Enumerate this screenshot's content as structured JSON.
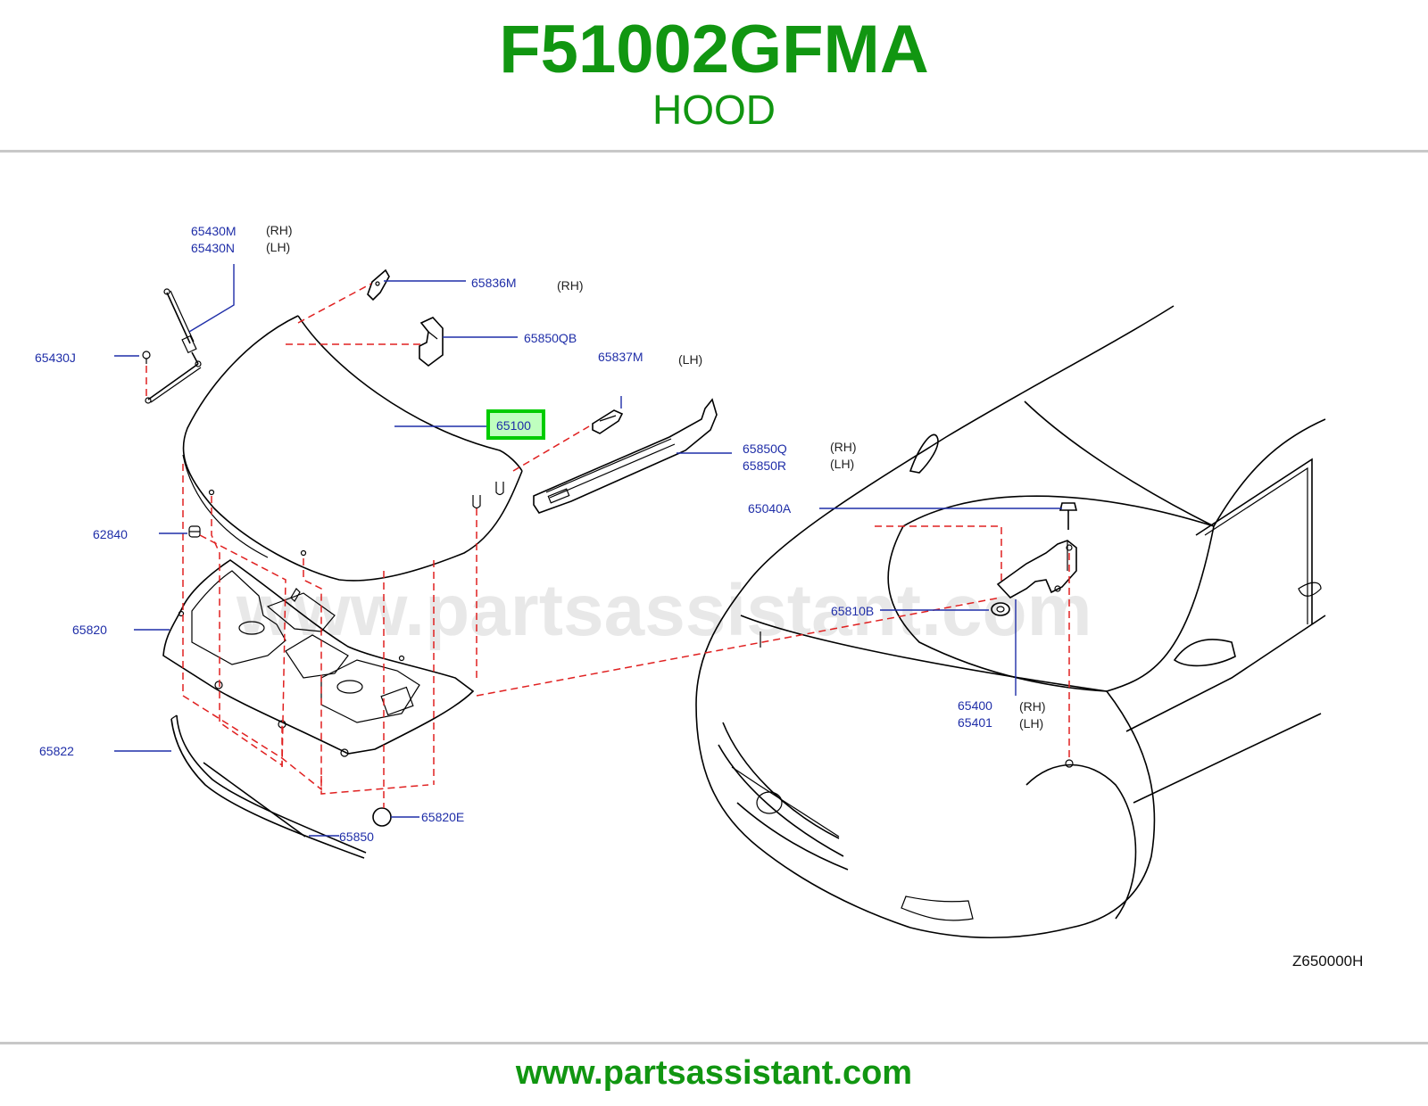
{
  "header": {
    "part_number": "F51002GFMA",
    "part_name": "HOOD"
  },
  "watermark": "www.partsassistant.com",
  "diagram_code": "Z650000H",
  "footer": {
    "url": "www.partsassistant.com"
  },
  "highlight_color": "#00cc00",
  "callouts": {
    "c65430M": "65430M",
    "c65430N": "65430N",
    "c65430M_side": "(RH)",
    "c65430N_side": "(LH)",
    "c65836M": "65836M",
    "c65836M_side": "(RH)",
    "c65850QB": "65850QB",
    "c65430J": "65430J",
    "c65837M": "65837M",
    "c65837M_side": "(LH)",
    "c65100": "65100",
    "c65850Q": "65850Q",
    "c65850R": "65850R",
    "c65850Q_side": "(RH)",
    "c65850R_side": "(LH)",
    "c65040A": "65040A",
    "c62840": "62840",
    "c65820": "65820",
    "c65810B": "65810B",
    "c65400": "65400",
    "c65401": "65401",
    "c65400_side": "(RH)",
    "c65401_side": "(LH)",
    "c65822": "65822",
    "c65850": "65850",
    "c65820E": "65820E"
  }
}
